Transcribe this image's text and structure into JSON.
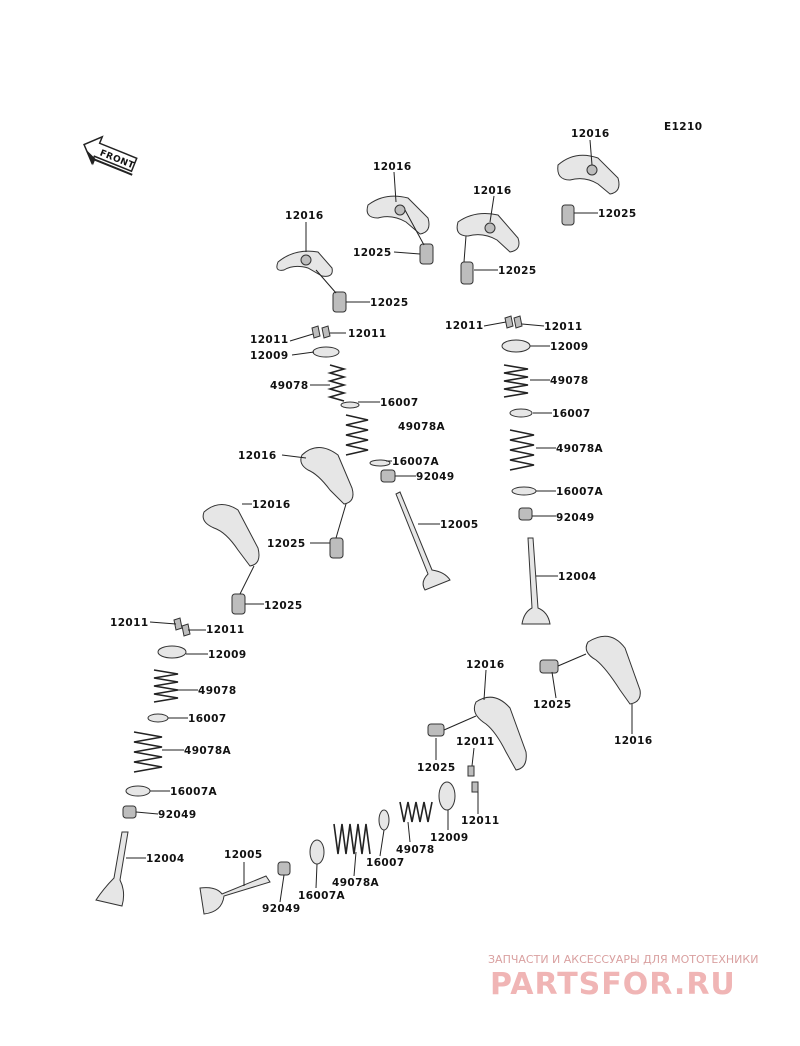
{
  "diagram_code": "E1210",
  "front_label": "FRONT",
  "labels": {
    "l1": "12016",
    "l2": "12016",
    "l3": "12016",
    "l4": "12016",
    "l5": "12025",
    "l6": "12025",
    "l7": "12025",
    "l8": "12025",
    "l9": "12011",
    "l10": "12011",
    "l11": "12009",
    "l12": "49078",
    "l13": "16007",
    "l14": "49078A",
    "l15": "16007A",
    "l16": "92049",
    "l17": "12005",
    "l18": "12016",
    "l19": "12016",
    "l20": "12025",
    "l21": "12025",
    "l22": "12011",
    "l23": "12011",
    "l24": "12009",
    "l25": "49078",
    "l26": "16007",
    "l27": "49078A",
    "l28": "16007A",
    "l29": "92049",
    "l30": "12004",
    "l31": "12011",
    "l32": "12011",
    "l33": "12009",
    "l34": "49078",
    "l35": "16007",
    "l36": "49078A",
    "l37": "16007A",
    "l38": "92049",
    "l39": "12004",
    "l40": "12016",
    "l41": "12025",
    "l42": "12016",
    "l43": "12011",
    "l44": "12025",
    "l45": "12011",
    "l46": "12009",
    "l47": "49078",
    "l48": "16007",
    "l49": "49078A",
    "l50": "16007A",
    "l51": "92049",
    "l52": "12005"
  },
  "watermark": {
    "line1": "ЗАПЧАСТИ И АКСЕССУАРЫ ДЛЯ МОТОТЕХНИКИ",
    "line2": "PARTSFOR.RU"
  }
}
